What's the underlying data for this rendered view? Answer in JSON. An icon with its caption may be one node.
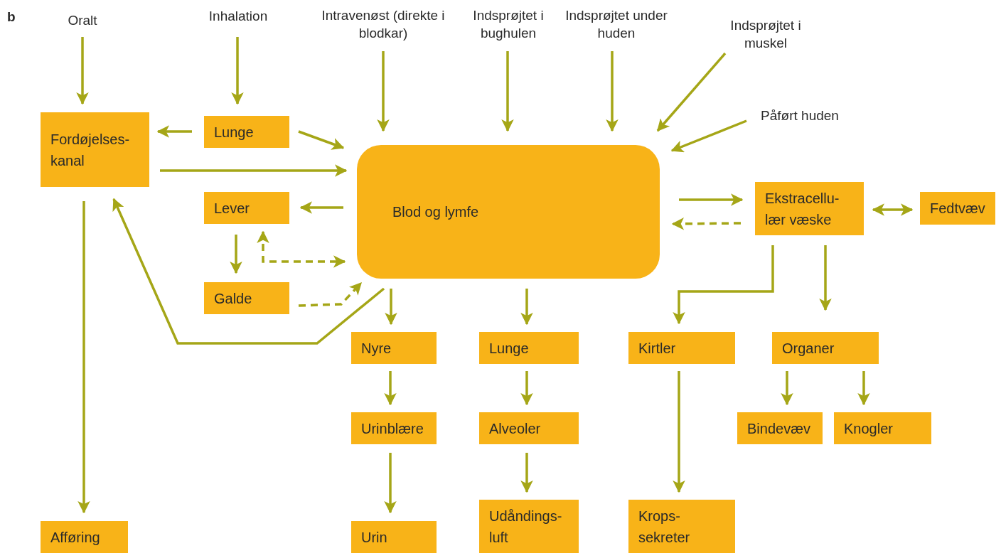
{
  "diagram": {
    "nodes": [
      {
        "text": [
          "Oralt"
        ]
      },
      {
        "text": [
          "Inhalation"
        ]
      },
      {
        "text": [
          "Intravenøst (direkte i blodkar)"
        ]
      },
      {
        "text": [
          "Indsprøjtet i bughulen"
        ]
      },
      {
        "text": [
          "Indsprøjtet under huden"
        ]
      },
      {
        "text": [
          "Indsprøjtet i muskel"
        ]
      },
      {
        "text": [
          "Påført huden"
        ]
      },
      {
        "text": [
          "Fordøjelses-kanal"
        ]
      },
      {
        "text": [
          "Lunge"
        ]
      },
      {
        "text": [
          "Blod og lymfe"
        ]
      },
      {
        "text": [
          "Lever"
        ]
      },
      {
        "text": [
          "Galde"
        ]
      },
      {
        "text": [
          "Ekstracellu-lær væske"
        ]
      },
      {
        "text": [
          "Fedtvæv"
        ]
      },
      {
        "text": [
          "Nyre"
        ]
      },
      {
        "text": [
          "Lunge"
        ]
      },
      {
        "text": [
          "Kirtler"
        ]
      },
      {
        "text": [
          "Organer"
        ]
      },
      {
        "text": [
          "Urinblære"
        ]
      },
      {
        "text": [
          "Alveoler"
        ]
      },
      {
        "text": [
          "Bindevæv"
        ]
      },
      {
        "text": [
          "Knogler"
        ]
      },
      {
        "text": [
          "Afføring"
        ]
      },
      {
        "text": [
          "Urin"
        ]
      },
      {
        "text": [
          "Udåndings-luft"
        ]
      },
      {
        "text": [
          "Krops-sekreter"
        ]
      }
    ],
    "edges": [
      {
        "from": 0,
        "to": 7,
        "arrow": "to"
      },
      {
        "from": 1,
        "to": 8,
        "arrow": "to"
      },
      {
        "from": 2,
        "to": 9,
        "arrow": "to"
      },
      {
        "from": 3,
        "to": 9,
        "arrow": "to"
      },
      {
        "from": 4,
        "to": 9,
        "arrow": "to"
      },
      {
        "from": 5,
        "to": 9,
        "arrow": "to"
      },
      {
        "from": 6,
        "to": 9,
        "arrow": "to"
      },
      {
        "from": 8,
        "to": 7,
        "arrow": "to"
      },
      {
        "from": 8,
        "to": 9,
        "arrow": "to"
      },
      {
        "from": 7,
        "to": 9,
        "arrow": "to"
      },
      {
        "from": 9,
        "to": 10,
        "arrow": "to"
      },
      {
        "from": 10,
        "to": 11,
        "arrow": "to"
      },
      {
        "from": 10,
        "to": 9,
        "arrow": "both",
        "style": "dashed"
      },
      {
        "from": 11,
        "to": 9,
        "arrow": "to",
        "style": "dashed"
      },
      {
        "from": 9,
        "to": 7,
        "arrow": "to"
      },
      {
        "from": 9,
        "to": 12,
        "arrow": "to"
      },
      {
        "from": 12,
        "to": 9,
        "arrow": "to",
        "style": "dashed"
      },
      {
        "from": 12,
        "to": 13,
        "arrow": "both"
      },
      {
        "from": 12,
        "to": 16,
        "arrow": "to"
      },
      {
        "from": 12,
        "to": 17,
        "arrow": "to"
      },
      {
        "from": 9,
        "to": 14,
        "arrow": "to"
      },
      {
        "from": 9,
        "to": 15,
        "arrow": "to"
      },
      {
        "from": 14,
        "to": 18,
        "arrow": "to"
      },
      {
        "from": 15,
        "to": 19,
        "arrow": "to"
      },
      {
        "from": 17,
        "to": 20,
        "arrow": "to"
      },
      {
        "from": 17,
        "to": 21,
        "arrow": "to"
      },
      {
        "from": 18,
        "to": 23,
        "arrow": "to"
      },
      {
        "from": 19,
        "to": 24,
        "arrow": "to"
      },
      {
        "from": 16,
        "to": 25,
        "arrow": "to"
      },
      {
        "from": 7,
        "to": 22,
        "arrow": "to"
      }
    ],
    "labels": [
      "b"
    ]
  }
}
